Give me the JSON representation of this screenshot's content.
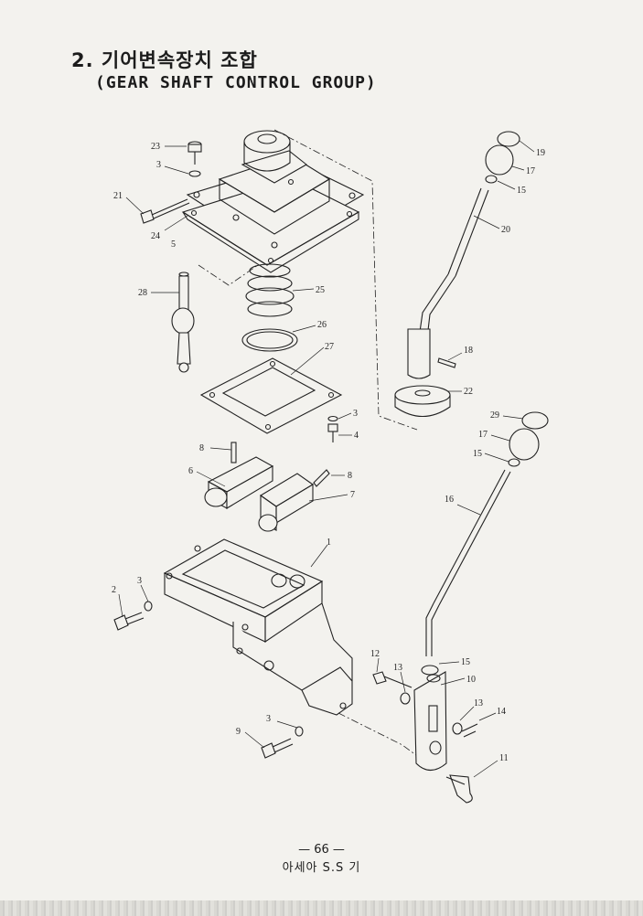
{
  "title": {
    "korean": "2. 기어변속장치 조합",
    "english": "(GEAR SHAFT CONTROL GROUP)"
  },
  "callouts": [
    "23",
    "3",
    "21",
    "24",
    "5",
    "28",
    "25",
    "26",
    "27",
    "3",
    "4",
    "8",
    "6",
    "8",
    "7",
    "1",
    "2",
    "3",
    "12",
    "13",
    "15",
    "10",
    "13",
    "14",
    "3",
    "9",
    "11",
    "19",
    "17",
    "15",
    "20",
    "18",
    "22",
    "29",
    "17",
    "15",
    "16"
  ],
  "footer": {
    "page": "— 66 —",
    "subtitle": "아세아 S.S 기"
  }
}
